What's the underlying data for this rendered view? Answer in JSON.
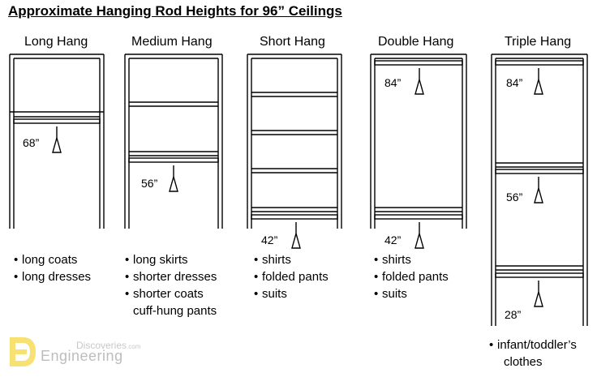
{
  "title": "Approximate Hanging Rod Heights for 96” Ceilings",
  "columns": [
    {
      "id": "long",
      "title": "Long Hang",
      "heights": [
        "68”"
      ],
      "items": [
        {
          "text": "long coats",
          "bullet": true
        },
        {
          "text": "long dresses",
          "bullet": true
        }
      ]
    },
    {
      "id": "medium",
      "title": "Medium Hang",
      "heights": [
        "56”"
      ],
      "items": [
        {
          "text": "long skirts",
          "bullet": true
        },
        {
          "text": "shorter dresses",
          "bullet": true
        },
        {
          "text": "shorter coats",
          "bullet": true
        },
        {
          "text": "cuff-hung pants",
          "bullet": false
        }
      ]
    },
    {
      "id": "short",
      "title": "Short Hang",
      "heights": [
        "42”"
      ],
      "items": [
        {
          "text": "shirts",
          "bullet": true
        },
        {
          "text": "folded pants",
          "bullet": true
        },
        {
          "text": "suits",
          "bullet": true
        }
      ]
    },
    {
      "id": "double",
      "title": "Double Hang",
      "heights": [
        "84”",
        "42”"
      ],
      "items": [
        {
          "text": "shirts",
          "bullet": true
        },
        {
          "text": "folded pants",
          "bullet": true
        },
        {
          "text": "suits",
          "bullet": true
        }
      ]
    },
    {
      "id": "triple",
      "title": "Triple Hang",
      "heights": [
        "84”",
        "56”",
        "28”"
      ],
      "items": [
        {
          "text": "infant/toddler’s",
          "bullet": true
        },
        {
          "text": "clothes",
          "bullet": false
        }
      ]
    }
  ],
  "watermark": {
    "line1": "Discoveries",
    "suffix": ".com",
    "line2": "Engineering",
    "logo_color": "#f0c800"
  }
}
